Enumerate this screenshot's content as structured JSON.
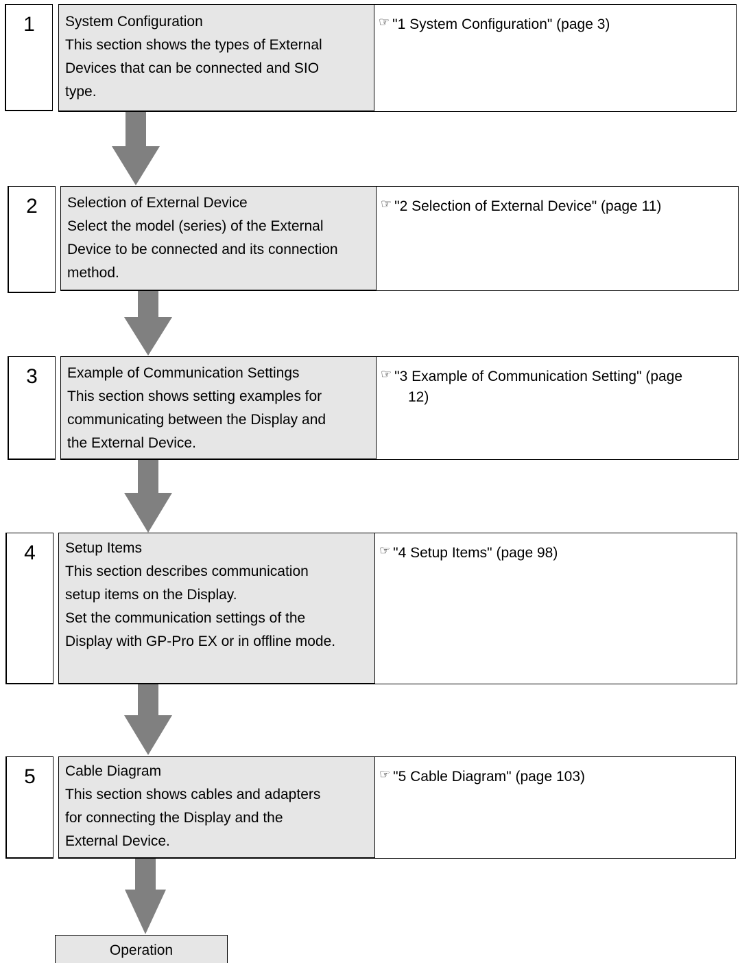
{
  "steps": [
    {
      "number": "1",
      "lines": [
        "System Configuration",
        "This section shows the types of External",
        "Devices that can be connected and SIO",
        "type."
      ],
      "reference": "\"1 System Configuration\" (page 3)",
      "ref_icon": "pointing-hand-icon"
    },
    {
      "number": "2",
      "lines": [
        "Selection of External Device",
        "Select the model (series) of the External",
        "Device to be connected and its connection",
        "method."
      ],
      "reference": "\"2 Selection of External Device\" (page 11)",
      "ref_icon": "pointing-hand-icon"
    },
    {
      "number": "3",
      "lines": [
        "Example of Communication Settings",
        "This section shows setting examples for",
        "communicating between the Display and",
        "the External Device."
      ],
      "reference_line1": "\"3 Example of Communication Setting\" (page",
      "reference_line2": "12)",
      "ref_icon": "pointing-hand-icon"
    },
    {
      "number": "4",
      "lines": [
        "Setup Items",
        "This section describes communication",
        "setup items on the Display.",
        "Set the communication settings of the",
        "Display with GP-Pro EX or in offline mode."
      ],
      "reference": "\"4 Setup Items\" (page 98)",
      "ref_icon": "pointing-hand-icon"
    },
    {
      "number": "5",
      "lines": [
        "Cable Diagram",
        "This section shows cables and adapters",
        "for connecting the Display and the",
        "External Device."
      ],
      "reference": "\"5 Cable Diagram\" (page 103)",
      "ref_icon": "pointing-hand-icon"
    }
  ],
  "final": {
    "label": "Operation"
  },
  "colors": {
    "box_fill": "#e6e6e6",
    "arrow": "#808080",
    "border": "#000000"
  }
}
